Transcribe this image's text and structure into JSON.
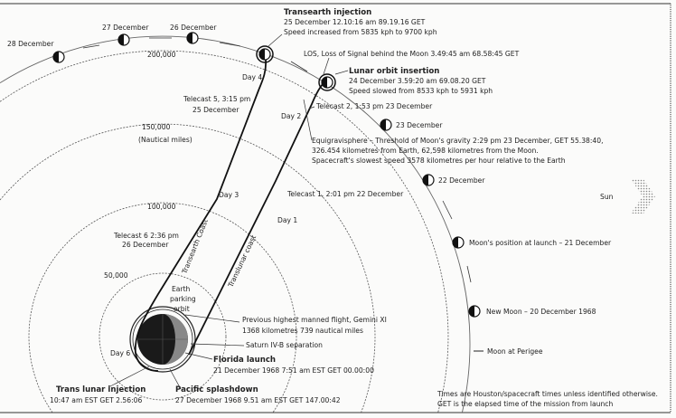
{
  "rings": {
    "r50": "50,000",
    "r100": "100,000",
    "r150": "150,000",
    "units": "(Nautical miles)",
    "r200": "200,000"
  },
  "moons": {
    "d28": "28 December",
    "d27": "27 December",
    "d26": "26 December",
    "d23": "23 December",
    "d22": "22 December",
    "launch": "Moon's position at launch – 21 December",
    "new": "New Moon – 20 December 1968",
    "perigee": "Moon at Perigee"
  },
  "sun": "Sun",
  "tei": {
    "title": "Transearth injection",
    "l1": "25 December  12.10:16 am  89.19.16 GET",
    "l2": "Speed increased from 5835 kph to 9700 kph"
  },
  "los": "LOS, Loss of Signal behind the Moon  3.49:45 am  68.58:45 GET",
  "loi": {
    "title": "Lunar orbit  insertion",
    "l1": "24 December  3.59:20 am  69.08.20 GET",
    "l2": "Speed slowed from 8533 kph to 5931  kph"
  },
  "telecast2": "Telecast 2, 1:53 pm  23 December",
  "equi": {
    "l1": "Equigravisphere – Threshold of Moon's gravity 2:29 pm 23 December, GET 55.38:40,",
    "l2": "326.454 kilometres from Earth, 62,598 kilometres from the Moon.",
    "l3": "Spacecraft's slowest speed 3578 kilometres per hour relative to the Earth"
  },
  "days": {
    "d1": "Day 1",
    "d2": "Day 2",
    "d3": "Day 3",
    "d4": "Day 4",
    "d6": "Day 6"
  },
  "telecast5": {
    "l1": "Telecast 5, 3:15 pm",
    "l2": "25 December"
  },
  "telecast1": "Telecast 1, 2:01 pm  22 December",
  "telecast6": {
    "l1": "Telecast 6  2:36 pm",
    "l2": "26 December"
  },
  "coasts": {
    "transearth": "Transearth Coast",
    "translunar": "Translunar coast"
  },
  "parking": {
    "l1": "Earth",
    "l2": "parking",
    "l3": "orbit"
  },
  "gemini": {
    "l1": "Previous highest manned flight, Gemini XI",
    "l2": "1368 kilometres  739 nautical miles"
  },
  "saturn": "Saturn IV-B separation",
  "launch": {
    "title": "Florida launch",
    "l1": "21 December 1968  7:51 am EST  GET 00.00:00"
  },
  "tli": {
    "title": "Trans lunar injection",
    "l1": "10:47 am EST  GET 2.56:06"
  },
  "splash": {
    "title": "Pacific splashdown",
    "l1": "27 December 1968  9.51 am EST  GET 147.00:42"
  },
  "note": {
    "l1": "Times are Houston/spacecraft times unless identified otherwise.",
    "l2": "GET is the elapsed time of the mission from launch"
  }
}
